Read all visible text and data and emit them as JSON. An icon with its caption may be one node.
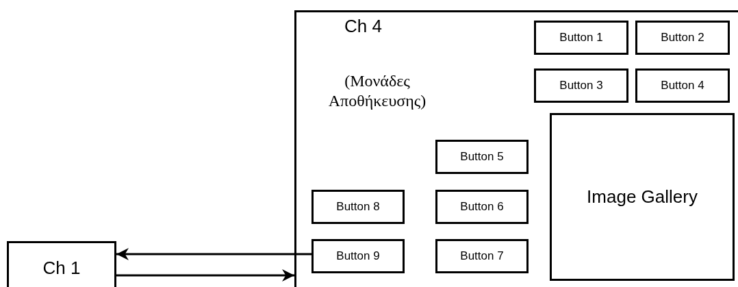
{
  "diagram": {
    "nodes": [
      {
        "text": [
          "Ch 4",
          "(Μονάδες Αποθήκευσης)"
        ]
      },
      {
        "text": [
          "Button 1"
        ],
        "in": 0
      },
      {
        "text": [
          "Button 2"
        ],
        "in": 0
      },
      {
        "text": [
          "Button 3"
        ],
        "in": 0
      },
      {
        "text": [
          "Button 4"
        ],
        "in": 0
      },
      {
        "text": [
          "Image Gallery"
        ],
        "in": 0
      },
      {
        "text": [
          "Button 5"
        ],
        "in": 0
      },
      {
        "text": [
          "Button 8"
        ],
        "in": 0
      },
      {
        "text": [
          "Button 6"
        ],
        "in": 0
      },
      {
        "text": [
          "Button 9"
        ],
        "in": 0
      },
      {
        "text": [
          "Button 7"
        ],
        "in": 0
      },
      {
        "text": [
          "Ch 1"
        ]
      }
    ],
    "edges": [
      {
        "from": 9,
        "to": 11,
        "arrow": "to"
      },
      {
        "from": 11,
        "to": 0,
        "arrow": "to"
      }
    ]
  }
}
